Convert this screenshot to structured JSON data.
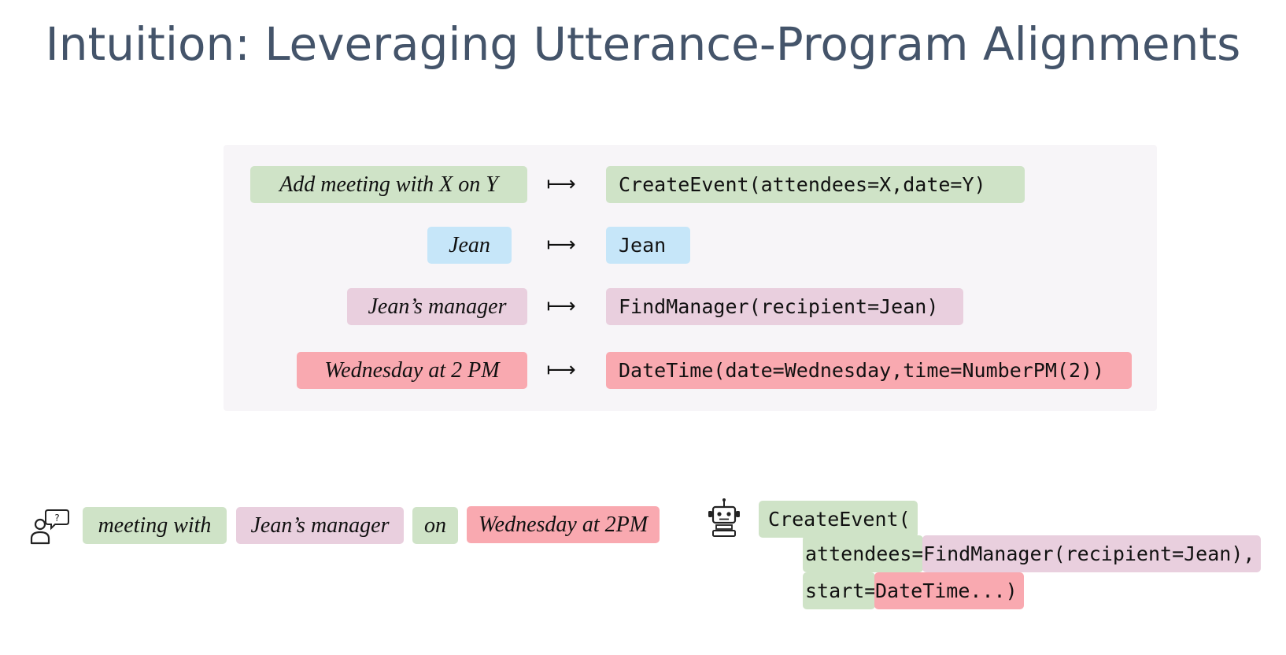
{
  "slide": {
    "title": "Intuition: Leveraging Utterance-Program Alignments"
  },
  "alignments": [
    {
      "utterance": "Add meeting with X on Y",
      "arrow": "⟼",
      "program": "CreateEvent(attendees=X,date=Y)"
    },
    {
      "utterance": "Jean",
      "arrow": "⟼",
      "program": "Jean"
    },
    {
      "utterance": "Jean’s manager",
      "arrow": "⟼",
      "program": "FindManager(recipient=Jean)"
    },
    {
      "utterance": "Wednesday at 2 PM",
      "arrow": "⟼",
      "program": "DateTime(date=Wednesday,time=NumberPM(2))"
    }
  ],
  "user_utterance": {
    "icon": "user-question-icon",
    "segments": [
      "meeting with",
      "Jean’s manager",
      "on",
      "Wednesday at 2PM"
    ]
  },
  "program_output": {
    "icon": "robot-icon",
    "line1": "CreateEvent(",
    "line2_a": "attendees=",
    "line2_b": "FindManager(recipient=Jean),",
    "line3_a": "start=",
    "line3_b": "DateTime...)"
  },
  "colors": {
    "green": "#cfe3c7",
    "blue": "#c6e6f9",
    "pink": "#e9cfde",
    "red": "#f9a9b0",
    "title": "#44546a"
  }
}
